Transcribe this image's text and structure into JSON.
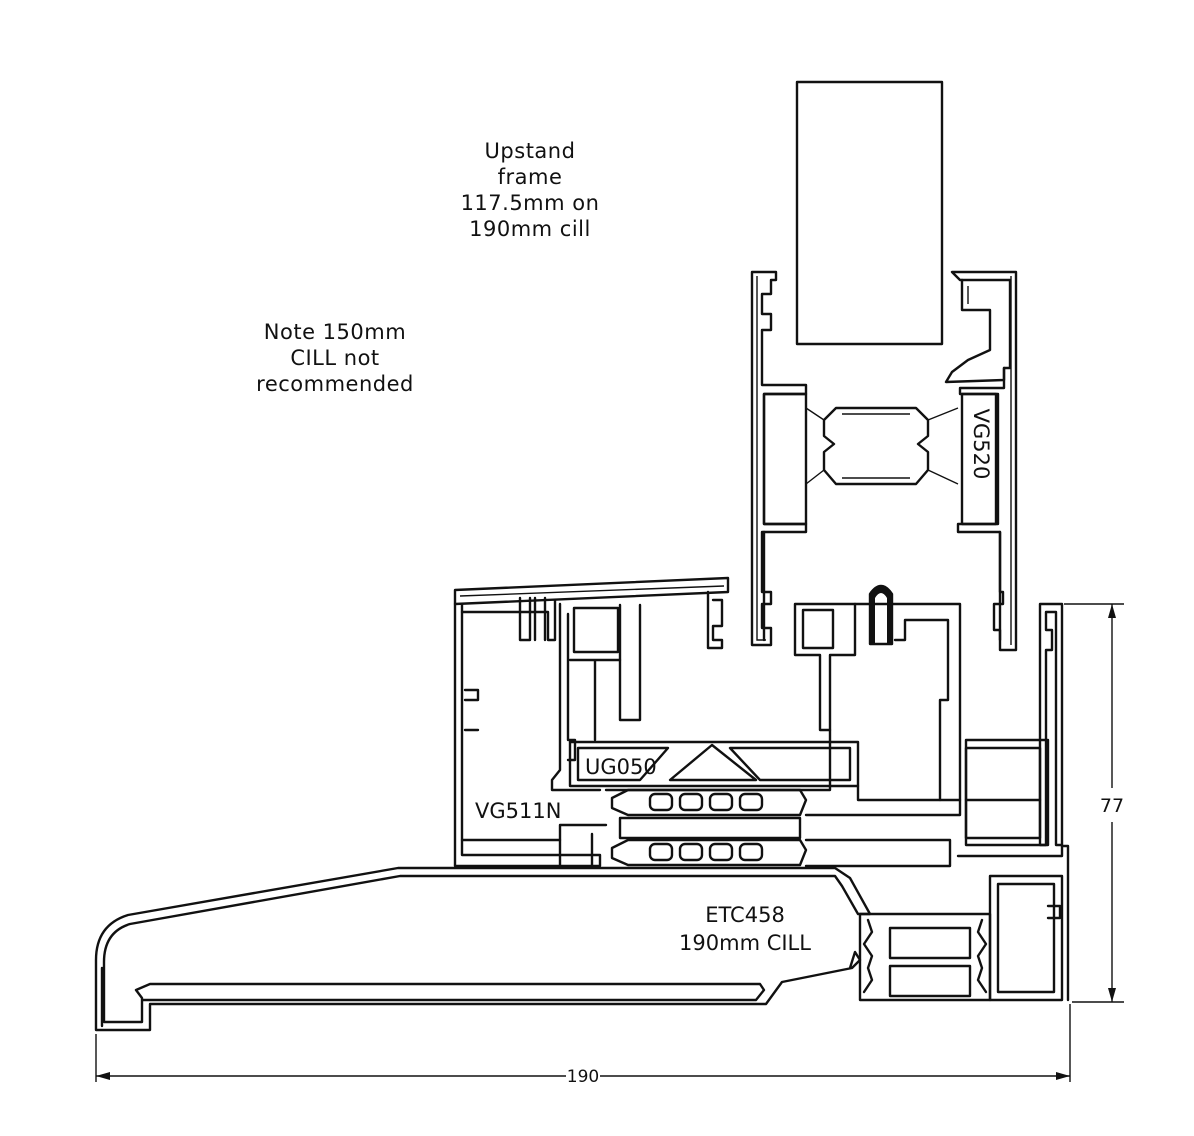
{
  "notes": {
    "upstand": [
      "Upstand",
      "frame",
      "117.5mm on",
      "190mm cill"
    ],
    "warning": [
      "Note 150mm",
      "CILL not",
      "recommended"
    ]
  },
  "profiles": {
    "sash": "VG520",
    "frame": "VG511N",
    "glazing": "UG050",
    "cill": [
      "ETC458",
      "190mm CILL"
    ]
  },
  "dimensions": {
    "width": "190",
    "height": "77"
  }
}
